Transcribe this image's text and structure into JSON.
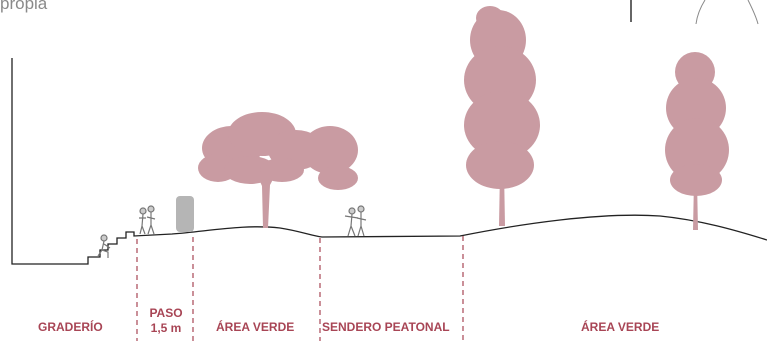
{
  "caption": "propia",
  "zones": [
    {
      "id": "graderio",
      "label": "GRADERÍO"
    },
    {
      "id": "paso",
      "label_line1": "PASO",
      "label_line2": "1,5 m"
    },
    {
      "id": "area-verde-1",
      "label": "ÁREA VERDE"
    },
    {
      "id": "sendero",
      "label": "SENDERO PEATONAL"
    },
    {
      "id": "area-verde-2",
      "label": "ÁREA VERDE"
    }
  ],
  "colors": {
    "accent": "#a84555",
    "tree": "#c99ba2",
    "figure": "#9e9e9e",
    "bench": "#b5b5b5",
    "ground": "#222222",
    "caption": "#8a8a8a"
  }
}
